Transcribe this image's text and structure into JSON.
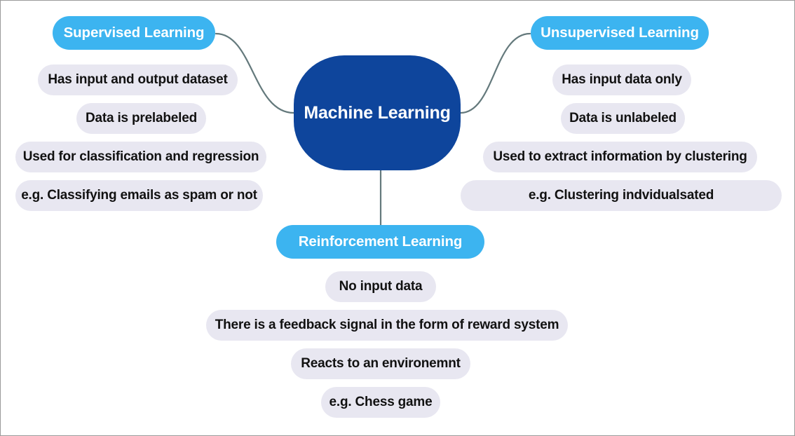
{
  "diagram": {
    "type": "mind-map",
    "title": "Machine Learning",
    "colors": {
      "root_fill": "#0e459c",
      "root_text": "#ffffff",
      "branch_fill": "#3cb4f0",
      "branch_text": "#ffffff",
      "leaf_fill": "#e8e7f1",
      "leaf_text": "#111111",
      "edge_stroke": "#64797c",
      "canvas_background": "#ffffff",
      "canvas_border": "#9a9a9a"
    },
    "root": {
      "label": "Machine Learning"
    },
    "branches": [
      {
        "id": "supervised",
        "label": "Supervised Learning",
        "position": "top-left",
        "leaves": [
          {
            "label": "Has input and output dataset"
          },
          {
            "label": "Data is prelabeled"
          },
          {
            "label": "Used for classification and regression"
          },
          {
            "label": "e.g. Classifying emails as spam or not"
          }
        ]
      },
      {
        "id": "unsupervised",
        "label": "Unsupervised Learning",
        "position": "top-right",
        "leaves": [
          {
            "label": "Has input data only"
          },
          {
            "label": "Data is unlabeled"
          },
          {
            "label": "Used to extract information by clustering"
          },
          {
            "label": "e.g. Clustering indvidualsated"
          }
        ]
      },
      {
        "id": "reinforcement",
        "label": "Reinforcement Learning",
        "position": "bottom-center",
        "leaves": [
          {
            "label": "No input data"
          },
          {
            "label": "There is a feedback signal in the form of reward system"
          },
          {
            "label": "Reacts to an environemnt"
          },
          {
            "label": "e.g. Chess game"
          }
        ]
      }
    ],
    "edges": [
      {
        "from": "root",
        "to": "supervised",
        "style": "curve"
      },
      {
        "from": "root",
        "to": "unsupervised",
        "style": "curve"
      },
      {
        "from": "root",
        "to": "reinforcement",
        "style": "straight"
      }
    ]
  }
}
